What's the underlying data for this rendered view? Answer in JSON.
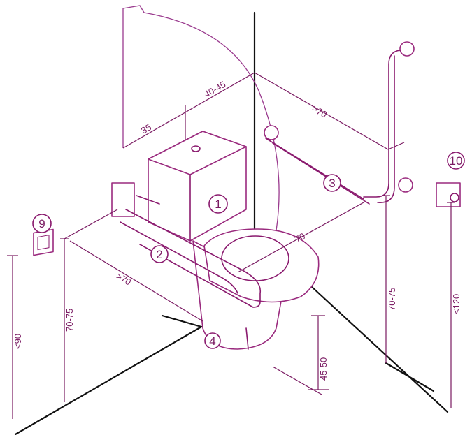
{
  "labels": {
    "item_1": "1",
    "item_2": "2",
    "item_3": "3",
    "item_4": "4",
    "item_9": "9",
    "item_10": "10"
  },
  "dimensions": {
    "d_40_45": "40-45",
    "d_35": "35",
    "d_gt70_top": ">70",
    "d_gt70_left": ">70",
    "d_70_diag": "70",
    "d_70_75_left": "70-75",
    "d_70_75_right": "70-75",
    "d_lt90": "<90",
    "d_45_50": "45-50",
    "d_lt120": "<120"
  },
  "colors": {
    "line": "#8a1a6e",
    "wall": "#111111",
    "background": "#ffffff"
  }
}
